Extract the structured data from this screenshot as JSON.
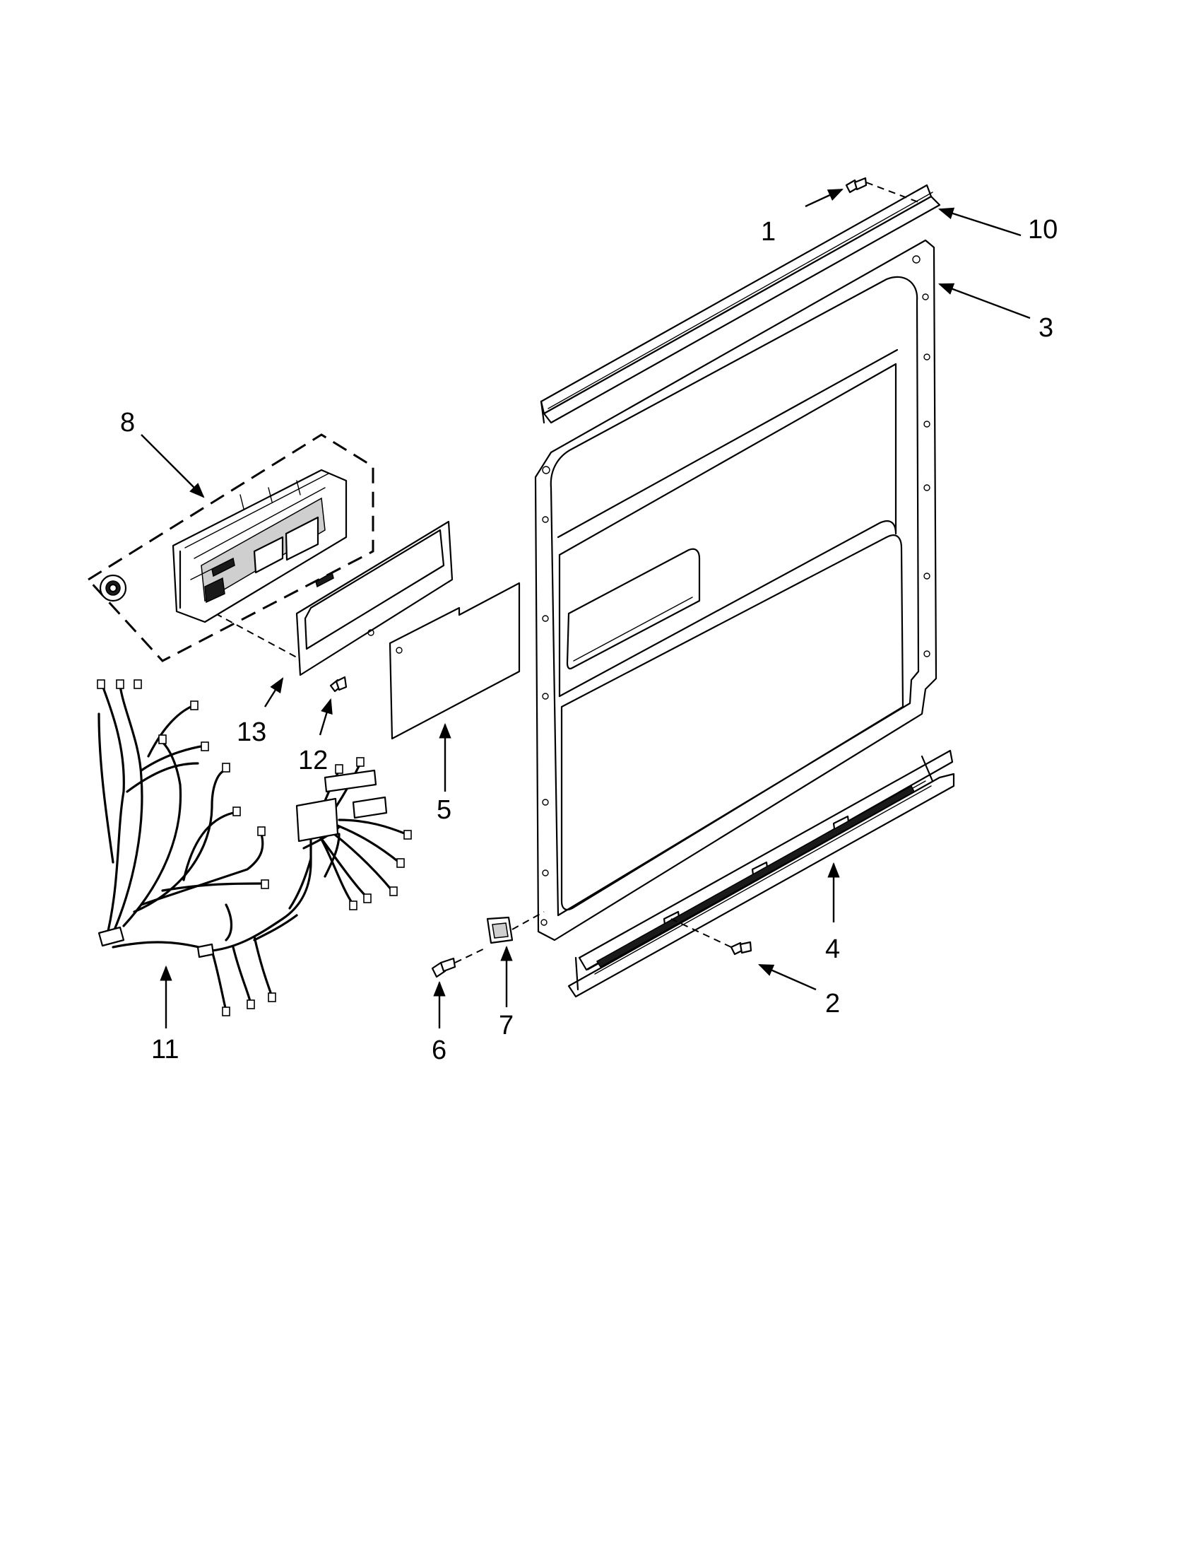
{
  "diagram": {
    "callouts": [
      {
        "id": "1",
        "label": "1"
      },
      {
        "id": "2",
        "label": "2"
      },
      {
        "id": "3",
        "label": "3"
      },
      {
        "id": "4",
        "label": "4"
      },
      {
        "id": "5",
        "label": "5"
      },
      {
        "id": "6",
        "label": "6"
      },
      {
        "id": "7",
        "label": "7"
      },
      {
        "id": "8",
        "label": "8"
      },
      {
        "id": "10",
        "label": "10"
      },
      {
        "id": "11",
        "label": "11"
      },
      {
        "id": "12",
        "label": "12"
      },
      {
        "id": "13",
        "label": "13"
      }
    ]
  }
}
